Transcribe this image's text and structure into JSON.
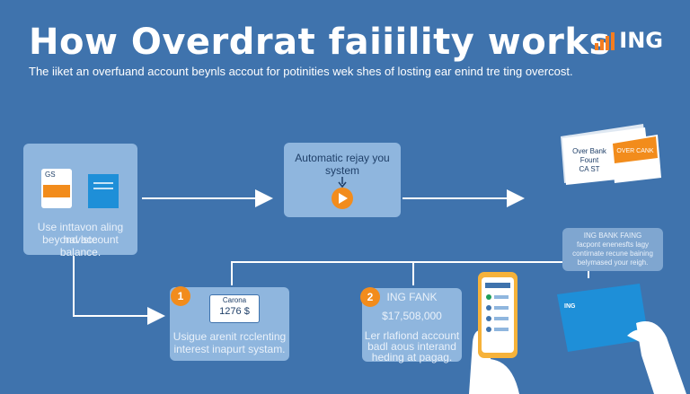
{
  "header": {
    "title": "How Overdrat faiiility works",
    "subtitle": "The iiket an overfuand account beynls accout for potinities wek shes of losting ear enind tre ting overcost.",
    "logo_text": "ING"
  },
  "step_left": {
    "doc_label": "GS",
    "caption_line1": "Use inttavon aling havlste",
    "caption_line2": "beyond account balance."
  },
  "step_center": {
    "caption_line1": "Automatic rejay you",
    "caption_line2": "system"
  },
  "step_right_card": {
    "line1": "Over Bank",
    "line2": "Fount",
    "line3": "CA ST",
    "card_label": "OVER CANK"
  },
  "step_one": {
    "number": "1",
    "card_title": "Carona",
    "amount": "1276 $",
    "caption_line1": "Usigue arenit rcclenting",
    "caption_line2": "interest inapurt systam."
  },
  "step_two": {
    "number": "2",
    "bank_name": "ING FANK",
    "amount": "$17,508,000",
    "caption_line1": "Ler rlafiond account",
    "caption_line2": "badl aous interand",
    "caption_line3": "heding at pagag."
  },
  "note": {
    "line1": "ING BANK FAING",
    "line2": "facpont enenesfts lagy",
    "line3": "contirnate recune baining",
    "line4": "belymased your reigh."
  },
  "blue_card_logo": "ING",
  "colors": {
    "background": "#3f73ad",
    "box": "#8fb6de",
    "accent_orange": "#f28c1c",
    "line": "#ffffff"
  }
}
